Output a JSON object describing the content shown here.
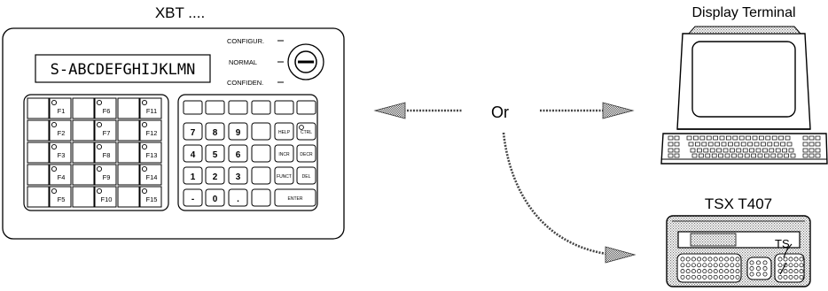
{
  "xbt": {
    "title": "XBT ....",
    "display_text": "S-ABCDEFGHIJKLMN",
    "switch_labels": [
      "CONFIGUR.",
      "NORMAL",
      "CONFIDEN."
    ],
    "function_keys": [
      "F1",
      "F2",
      "F3",
      "F4",
      "F5",
      "F6",
      "F7",
      "F8",
      "F9",
      "F10",
      "F11",
      "F12",
      "F13",
      "F14",
      "F15"
    ],
    "keypad": {
      "rows": [
        [
          "7",
          "8",
          "9",
          "",
          "HELP",
          "CTRL"
        ],
        [
          "4",
          "5",
          "6",
          "",
          "INCR",
          "DECR"
        ],
        [
          "1",
          "2",
          "3",
          "",
          "FUNCT",
          "DEL"
        ],
        [
          "-",
          "0",
          ".",
          "",
          "ENTER"
        ]
      ]
    }
  },
  "connector_label": "Or",
  "display_terminal": {
    "title": "Display Terminal"
  },
  "tsx": {
    "title": "TSX T407",
    "slot_text": "TS"
  },
  "colors": {
    "line": "#000000",
    "shade": "#c8c8c8",
    "dither": "#9a9a9a",
    "background": "#ffffff"
  }
}
